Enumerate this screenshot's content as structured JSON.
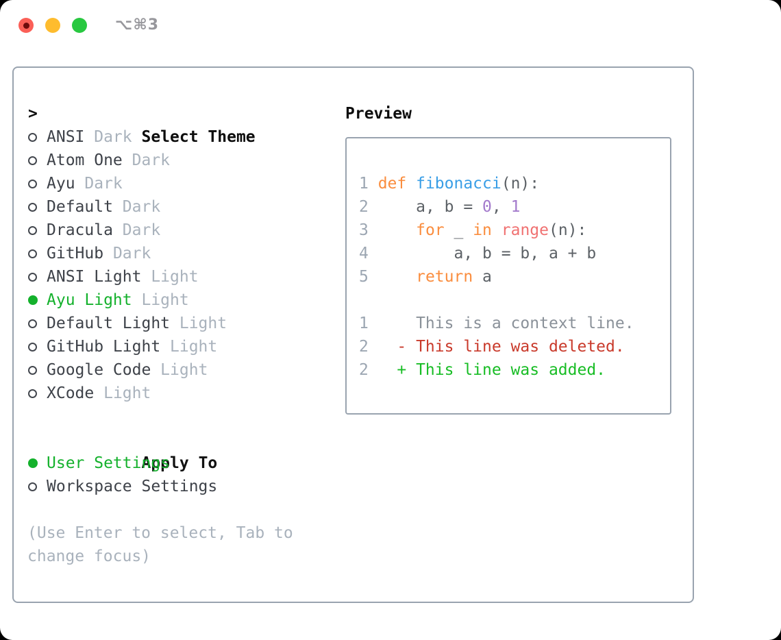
{
  "window": {
    "shortcut_label": "⌥⌘3",
    "controls": [
      "close",
      "minimize",
      "zoom"
    ]
  },
  "colors": {
    "selected_green": "#14B12C",
    "panel_border": "#99A3AF",
    "traffic_close": "#FB5F57",
    "traffic_minimize": "#FEBC2E",
    "traffic_zoom": "#28C840",
    "theme_name_text": "#3E4249",
    "variant_text": "#A9B2BC",
    "hint_text": "#A9B2BC"
  },
  "theme_panel": {
    "prompt": ">",
    "header": "Select Theme",
    "themes": [
      {
        "name": "ANSI",
        "variant": "Dark",
        "selected": false
      },
      {
        "name": "Atom One",
        "variant": "Dark",
        "selected": false
      },
      {
        "name": "Ayu",
        "variant": "Dark",
        "selected": false
      },
      {
        "name": "Default",
        "variant": "Dark",
        "selected": false
      },
      {
        "name": "Dracula",
        "variant": "Dark",
        "selected": false
      },
      {
        "name": "GitHub",
        "variant": "Dark",
        "selected": false
      },
      {
        "name": "ANSI Light",
        "variant": "Light",
        "selected": false
      },
      {
        "name": "Ayu Light",
        "variant": "Light",
        "selected": true
      },
      {
        "name": "Default Light",
        "variant": "Light",
        "selected": false
      },
      {
        "name": "GitHub Light",
        "variant": "Light",
        "selected": false
      },
      {
        "name": "Google Code",
        "variant": "Light",
        "selected": false
      },
      {
        "name": "XCode",
        "variant": "Light",
        "selected": false
      }
    ],
    "apply_to": {
      "header": "Apply To",
      "options": [
        {
          "label": "User Settings",
          "selected": true
        },
        {
          "label": "Workspace Settings",
          "selected": false
        }
      ]
    },
    "hints": [
      "(Use Enter to select, Tab to",
      "change focus)"
    ]
  },
  "preview": {
    "header": "Preview",
    "token_colors": {
      "tx": "#5C6166",
      "kw": "#FA8D3E",
      "fn": "#399EE6",
      "nm": "#A37ACC",
      "sp": "#F07171",
      "ln": "#9CA6B2",
      "context": "#8A9199",
      "deleted": "#C93A2B",
      "added": "#18BD25"
    },
    "code_lines": [
      {
        "num": "1",
        "tokens": [
          {
            "t": "kw",
            "s": "def "
          },
          {
            "t": "fn",
            "s": "fibonacci"
          },
          {
            "t": "tx",
            "s": "(n):"
          }
        ]
      },
      {
        "num": "2",
        "tokens": [
          {
            "t": "tx",
            "s": "    a, b = "
          },
          {
            "t": "nm",
            "s": "0"
          },
          {
            "t": "tx",
            "s": ", "
          },
          {
            "t": "nm",
            "s": "1"
          }
        ]
      },
      {
        "num": "3",
        "tokens": [
          {
            "t": "tx",
            "s": "    "
          },
          {
            "t": "kw",
            "s": "for"
          },
          {
            "t": "tx",
            "s": " _ "
          },
          {
            "t": "kw",
            "s": "in"
          },
          {
            "t": "tx",
            "s": " "
          },
          {
            "t": "sp",
            "s": "range"
          },
          {
            "t": "tx",
            "s": "(n):"
          }
        ]
      },
      {
        "num": "4",
        "tokens": [
          {
            "t": "tx",
            "s": "        a, b = b, a + b"
          }
        ]
      },
      {
        "num": "5",
        "tokens": [
          {
            "t": "tx",
            "s": "    "
          },
          {
            "t": "kw",
            "s": "return"
          },
          {
            "t": "tx",
            "s": " a"
          }
        ]
      }
    ],
    "diff_lines": [
      {
        "num": "1",
        "marker": " ",
        "text": "This is a context line.",
        "type": "context"
      },
      {
        "num": "2",
        "marker": "-",
        "text": "This line was deleted.",
        "type": "deleted"
      },
      {
        "num": "2",
        "marker": "+",
        "text": "This line was added.",
        "type": "added"
      }
    ]
  }
}
